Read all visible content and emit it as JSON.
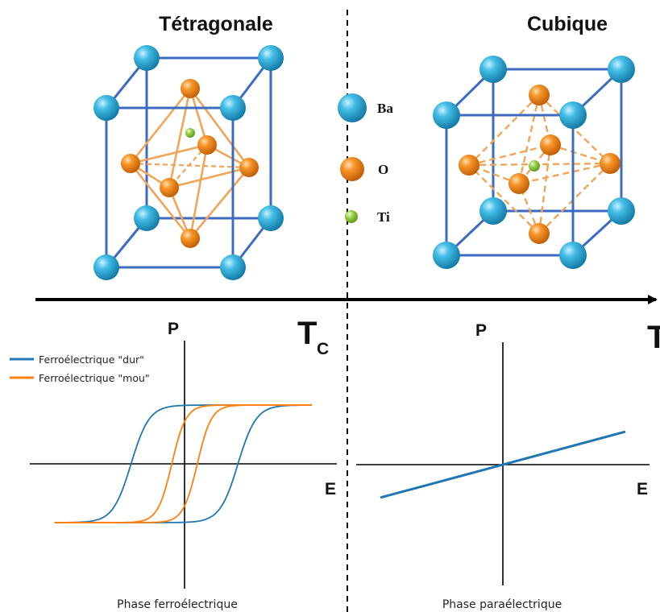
{
  "colors": {
    "ba": "#29a9d6",
    "o": "#f28e1c",
    "ti": "#8cc63f",
    "cell_edge": "#3d6bc2",
    "octahedron": "#f0a55a",
    "hard": "#1f77b4",
    "soft": "#ff7f0e",
    "para_line": "#1f77b4",
    "axis": "#000000"
  },
  "structures": {
    "tetragonal_title": "Tétragonale",
    "cubic_title": "Cubique"
  },
  "atom_legend": [
    {
      "symbol": "Ba",
      "icon": "ba-atom-sphere"
    },
    {
      "symbol": "O",
      "icon": "o-atom-sphere"
    },
    {
      "symbol": "Ti",
      "icon": "ti-atom-sphere"
    }
  ],
  "temperature_axis": {
    "label": "T",
    "critical_label": "T",
    "critical_subscript": "C"
  },
  "ferro_plot": {
    "y_label": "P",
    "x_label": "E",
    "caption": "Phase ferroélectrique",
    "legend": [
      {
        "name": "Ferroélectrique \"dur\"",
        "color_key": "hard"
      },
      {
        "name": "Ferroélectrique \"mou\"",
        "color_key": "soft"
      }
    ],
    "loops": [
      {
        "name": "Ferroélectrique \"dur\"",
        "coercive_field": 0.42,
        "saturation": 1.0,
        "steepness": 7
      },
      {
        "name": "Ferroélectrique \"mou\"",
        "coercive_field": 0.1,
        "saturation": 1.0,
        "steepness": 9
      }
    ]
  },
  "para_plot": {
    "y_label": "P",
    "x_label": "E",
    "caption": "Phase paraélectrique",
    "slope": 0.32
  }
}
